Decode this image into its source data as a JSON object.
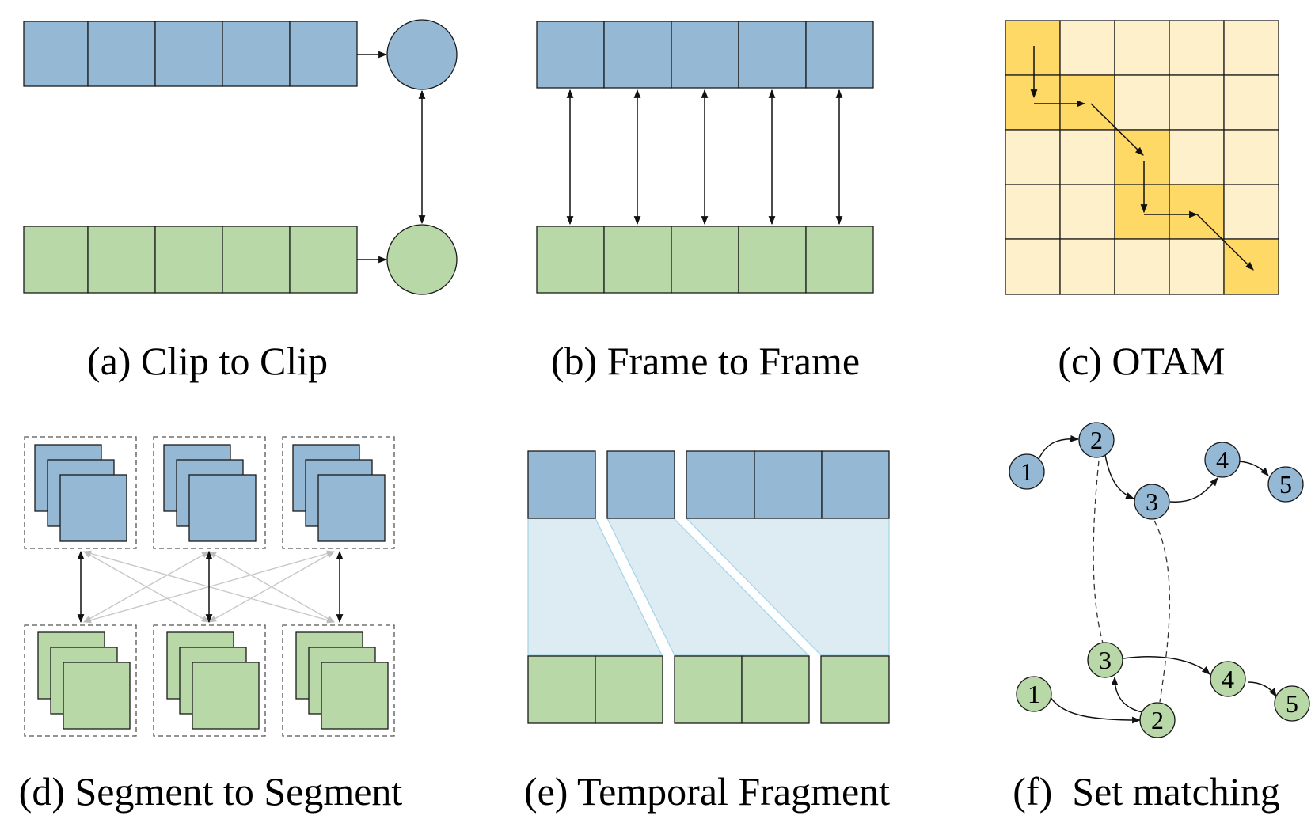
{
  "colors": {
    "blue": "#95b8d4",
    "green": "#b8d8a8",
    "otam_light": "#fff0cc",
    "otam_dark": "#fed966",
    "fragment_band": "#dcecf2",
    "fragment_edge": "#a9d5e8",
    "stroke": "#1a1a1a",
    "faint_arrow": "#c8c8c8"
  },
  "icons": [
    "circle-node",
    "arrow-head"
  ],
  "panels": {
    "a": {
      "caption": "(a) Clip to Clip"
    },
    "b": {
      "caption": "(b) Frame to Frame"
    },
    "c": {
      "caption": "(c) OTAM"
    },
    "d": {
      "caption": "(d) Segment to Segment"
    },
    "e": {
      "caption": "(e) Temporal Fragment"
    },
    "f": {
      "caption": "(f)  Set matching",
      "blue_nodes": [
        "1",
        "2",
        "3",
        "4",
        "5"
      ],
      "green_nodes": [
        "1",
        "2",
        "3",
        "4",
        "5"
      ]
    }
  }
}
